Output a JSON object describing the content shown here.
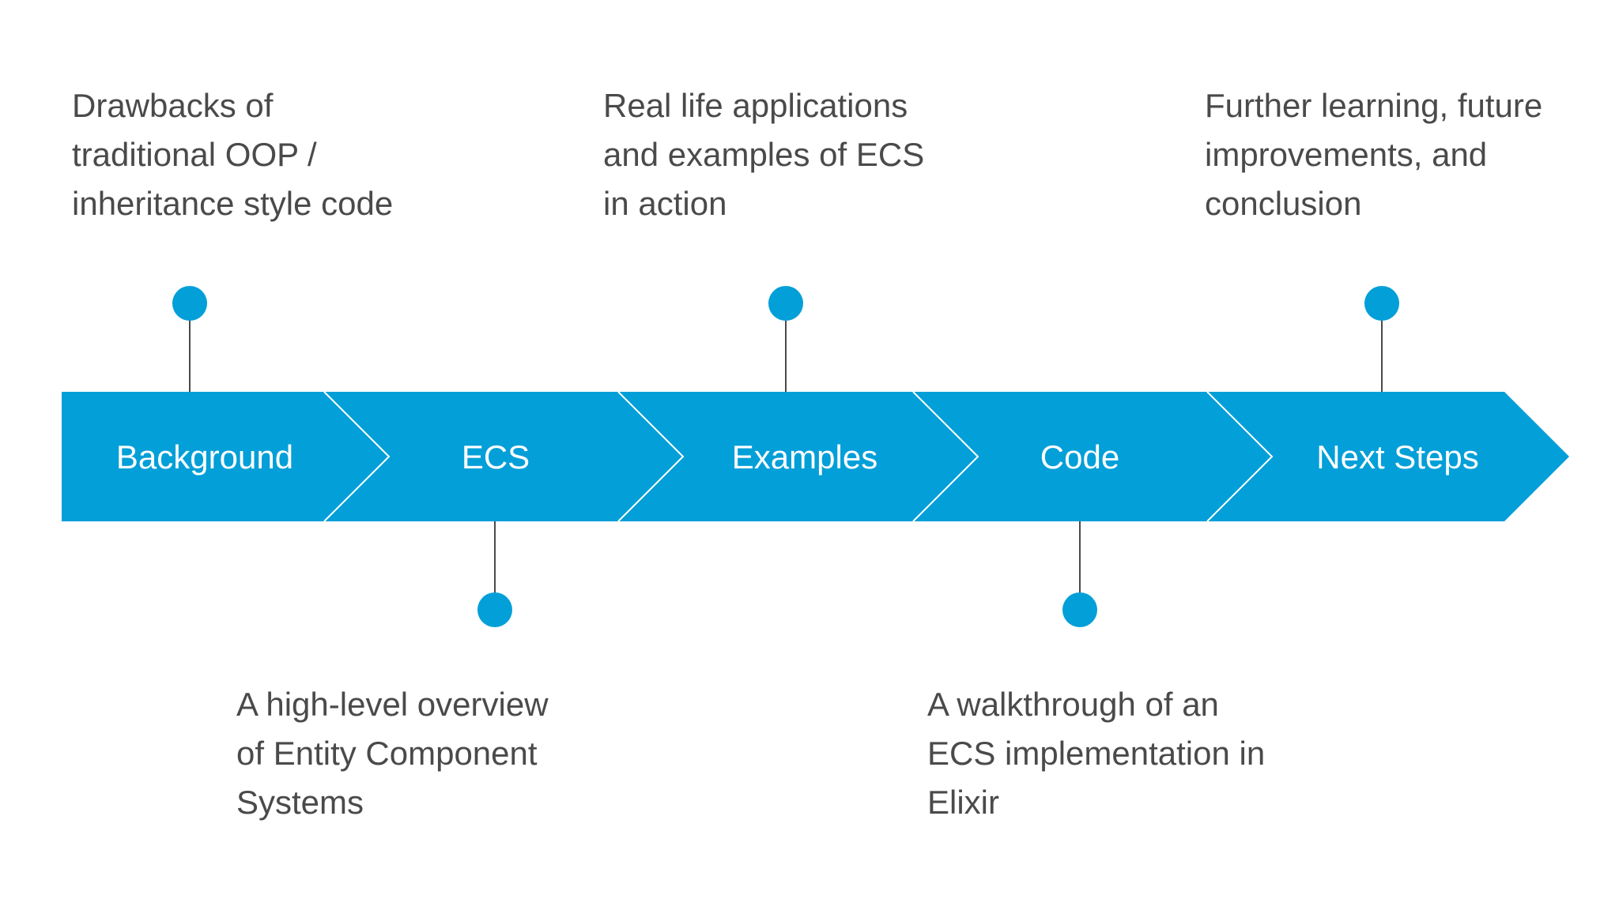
{
  "colors": {
    "arrow_fill": "#039fd8",
    "separator": "#ffffff",
    "dot": "#039fd8",
    "connector": "#4a4a4a",
    "text": "#4a4a4a"
  },
  "stages": [
    {
      "label": "Background",
      "description": "Drawbacks of\ntraditional OOP /\ninheritance style code",
      "position": "top"
    },
    {
      "label": "ECS",
      "description": "A high-level overview\nof Entity Component\nSystems",
      "position": "bottom"
    },
    {
      "label": "Examples",
      "description": "Real life applications\nand examples of ECS\nin action",
      "position": "top"
    },
    {
      "label": "Code",
      "description": "A walkthrough of an\nECS implementation in\nElixir",
      "position": "bottom"
    },
    {
      "label": "Next Steps",
      "description": "Further learning, future\nimprovements, and\nconclusion",
      "position": "top"
    }
  ]
}
